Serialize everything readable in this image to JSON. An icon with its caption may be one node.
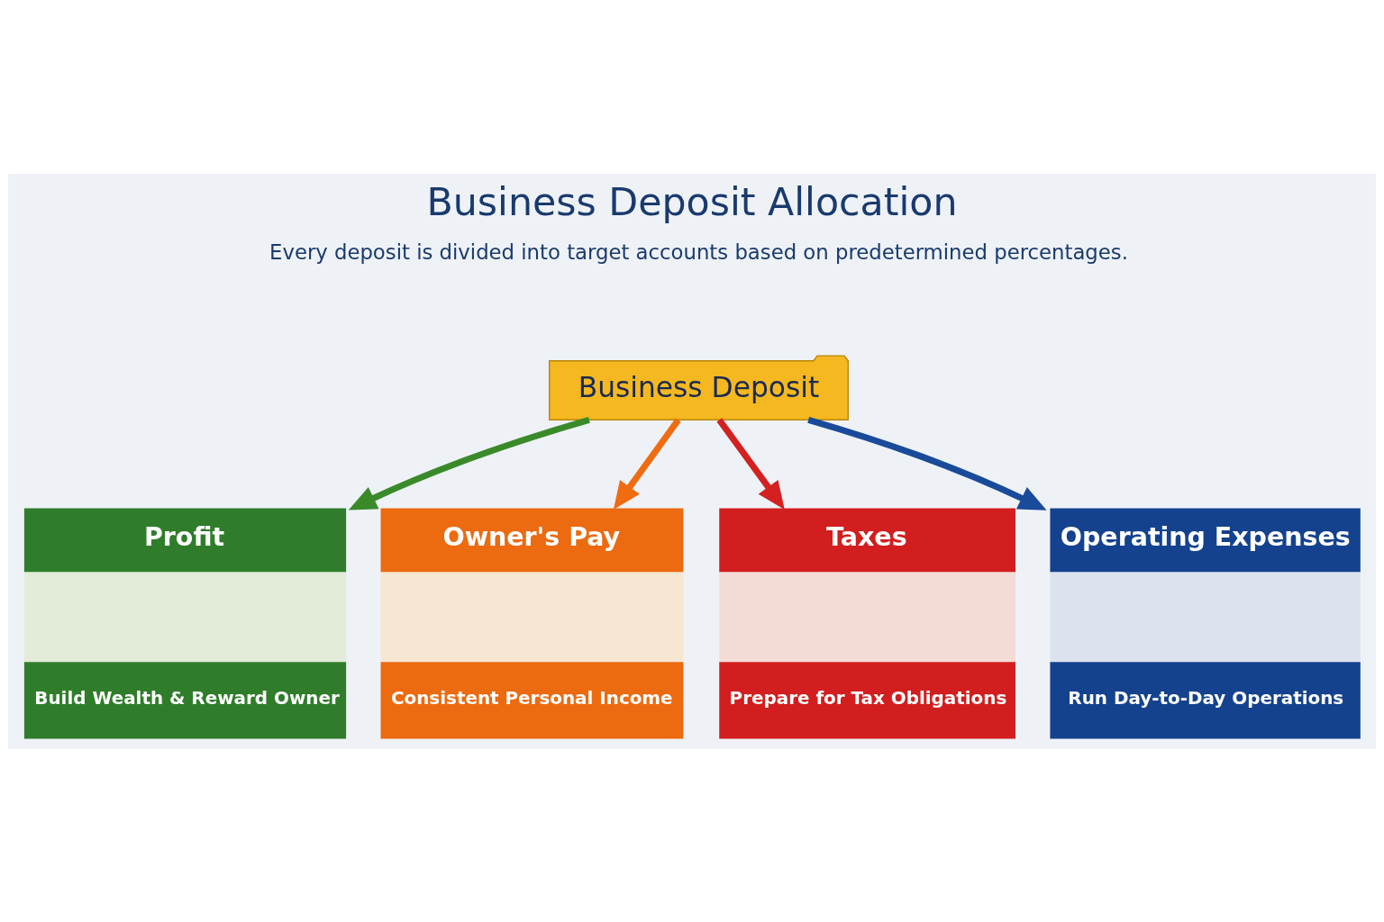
{
  "diagram": {
    "title": "Business Deposit Allocation",
    "nodes": [
      {
        "text": [
          "Business Deposit"
        ]
      },
      {
        "text": [
          "Profit",
          "Build Wealth & Reward Owner"
        ]
      },
      {
        "text": [
          "Owner's Pay",
          "Consistent Personal Income"
        ]
      },
      {
        "text": [
          "Taxes",
          "Prepare for Tax Obligations"
        ]
      },
      {
        "text": [
          "Operating Expenses",
          "Run Day-to-Day Operations"
        ]
      }
    ],
    "edges": [
      {
        "from": 0,
        "to": 1,
        "arrow": "to",
        "color": "#3a8a2a"
      },
      {
        "from": 0,
        "to": 2,
        "arrow": "to",
        "color": "#ef6c10"
      },
      {
        "from": 0,
        "to": 3,
        "arrow": "to",
        "color": "#d42020"
      },
      {
        "from": 0,
        "to": 4,
        "arrow": "to",
        "color": "#1a4a9a"
      }
    ],
    "labels": [
      "Every deposit is divided into target accounts based on predetermined percentages."
    ]
  }
}
